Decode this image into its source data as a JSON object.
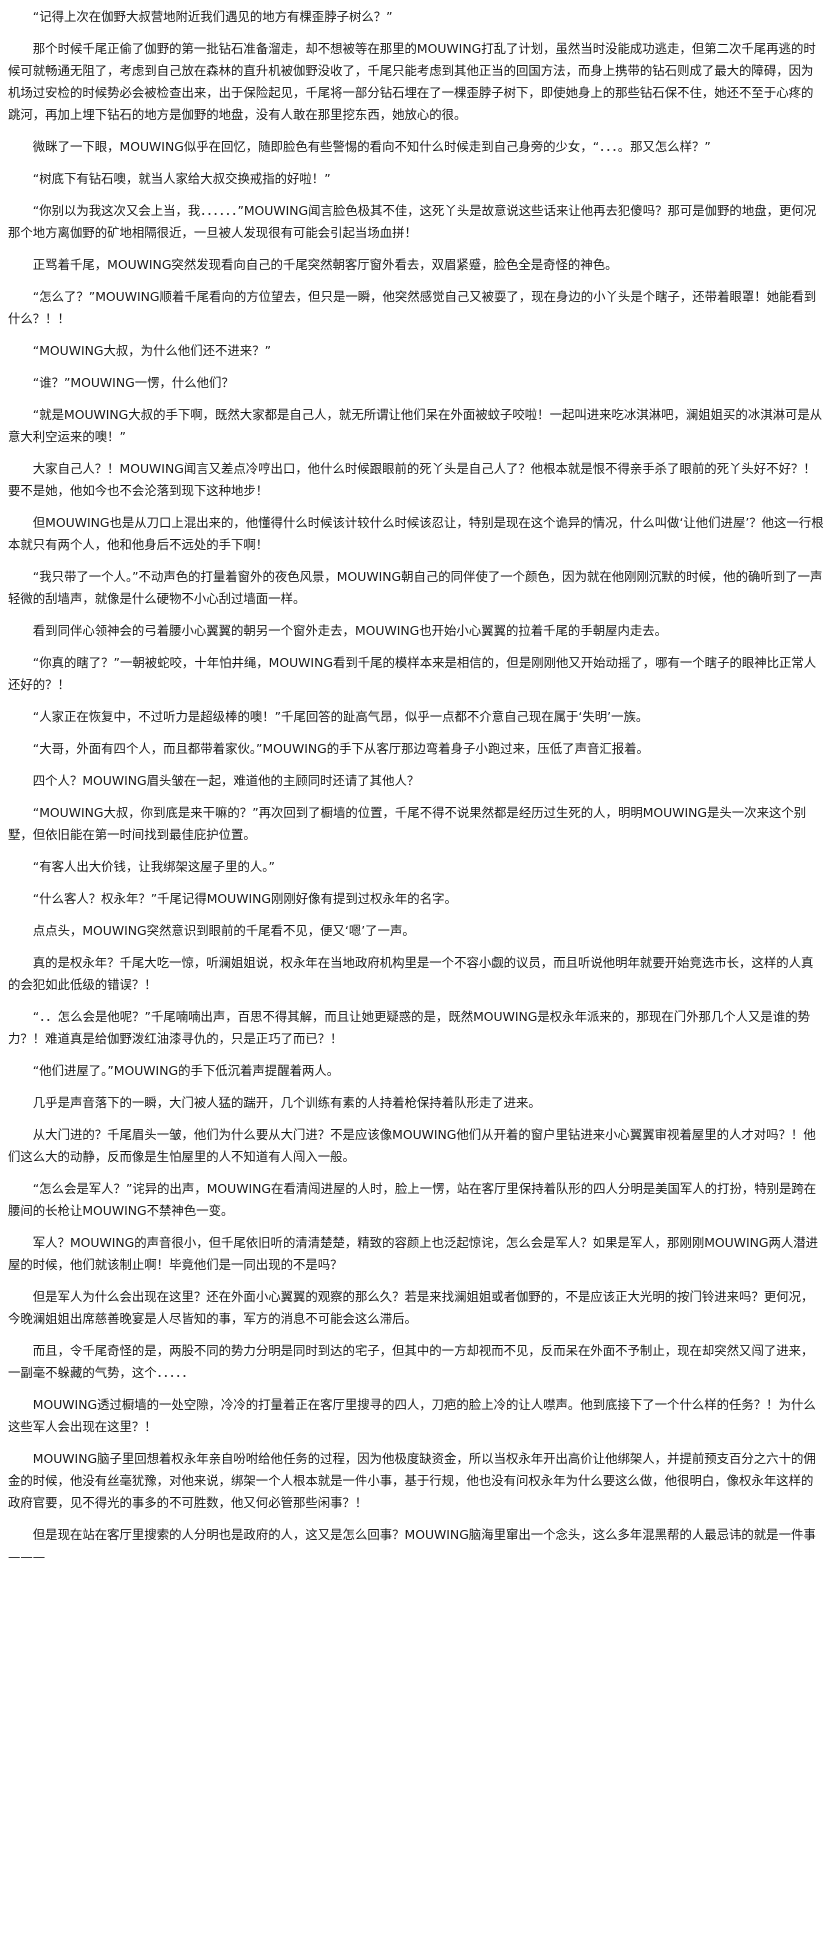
{
  "paragraphs": [
    "“记得上次在伽野大叔营地附近我们遇见的地方有棵歪脖子树么？”",
    "那个时候千尾正偷了伽野的第一批钻石准备溜走，却不想被等在那里的MOUWING打乱了计划，虽然当时没能成功逃走，但第二次千尾再逃的时候可就畅通无阻了，考虑到自己放在森林的直升机被伽野没收了，千尾只能考虑到其他正当的回国方法，而身上携带的钻石则成了最大的障碍，因为机场过安检的时候势必会被检查出来，出于保险起见，千尾将一部分钻石埋在了一棵歪脖子树下，即使她身上的那些钻石保不住，她还不至于心疼的跳河，再加上埋下钻石的地方是伽野的地盘，没有人敢在那里挖东西，她放心的很。",
    "微眯了一下眼，MOUWING似乎在回忆，随即脸色有些警惕的看向不知什么时候走到自己身旁的少女，“．．．。那又怎么样？”",
    "“树底下有钻石噢，就当人家给大叔交换戒指的好啦！”",
    "“你别以为我这次又会上当，我．．．．．．”MOUWING闻言脸色极其不佳，这死丫头是故意说这些话来让他再去犯傻吗？那可是伽野的地盘，更何况那个地方离伽野的矿地相隔很近，一旦被人发现很有可能会引起当场血拼！",
    "正骂着千尾，MOUWING突然发现看向自己的千尾突然朝客厅窗外看去，双眉紧蹙，脸色全是奇怪的神色。",
    "“怎么了？”MOUWING顺着千尾看向的方位望去，但只是一瞬，他突然感觉自己又被耍了，现在身边的小丫头是个瞎子，还带着眼罩！她能看到什么？！！",
    "“MOUWING大叔，为什么他们还不进来？”",
    "“谁？”MOUWING一愣，什么他们？",
    "“就是MOUWING大叔的手下啊，既然大家都是自己人，就无所谓让他们呆在外面被蚊子咬啦！一起叫进来吃冰淇淋吧，澜姐姐买的冰淇淋可是从意大利空运来的噢！”",
    "大家自己人？！MOUWING闻言又差点冷哼出口，他什么时候跟眼前的死丫头是自己人了？他根本就是恨不得亲手杀了眼前的死丫头好不好？！要不是她，他如今也不会沦落到现下这种地步！",
    "但MOUWING也是从刀口上混出来的，他懂得什么时候该计较什么时候该忍让，特别是现在这个诡异的情况，什么叫做‘让他们进屋’？他这一行根本就只有两个人，他和他身后不远处的手下啊！",
    "“我只带了一个人。”不动声色的打量着窗外的夜色风景，MOUWING朝自己的同伴使了一个颜色，因为就在他刚刚沉默的时候，他的确听到了一声轻微的刮墙声，就像是什么硬物不小心刮过墙面一样。",
    "看到同伴心领神会的弓着腰小心翼翼的朝另一个窗外走去，MOUWING也开始小心翼翼的拉着千尾的手朝屋内走去。",
    "“你真的瞎了？”一朝被蛇咬，十年怕井绳，MOUWING看到千尾的模样本来是相信的，但是刚刚他又开始动摇了，哪有一个瞎子的眼神比正常人还好的？！",
    "“人家正在恢复中，不过听力是超级棒的噢！”千尾回答的趾高气昂，似乎一点都不介意自己现在属于‘失明’一族。",
    "“大哥，外面有四个人，而且都带着家伙。”MOUWING的手下从客厅那边弯着身子小跑过来，压低了声音汇报着。",
    "四个人？MOUWING眉头皱在一起，难道他的主顾同时还请了其他人？",
    "“MOUWING大叔，你到底是来干嘛的？”再次回到了橱墙的位置，千尾不得不说果然都是经历过生死的人，明明MOUWING是头一次来这个别墅，但依旧能在第一时间找到最佳庇护位置。",
    "“有客人出大价钱，让我绑架这屋子里的人。”",
    "“什么客人？权永年？”千尾记得MOUWING刚刚好像有提到过权永年的名字。",
    "点点头，MOUWING突然意识到眼前的千尾看不见，便又‘嗯’了一声。",
    "真的是权永年？千尾大吃一惊，听澜姐姐说，权永年在当地政府机构里是一个不容小觑的议员，而且听说他明年就要开始竞选市长，这样的人真的会犯如此低级的错误？！",
    "“．．怎么会是他呢？”千尾喃喃出声，百思不得其解，而且让她更疑惑的是，既然MOUWING是权永年派来的，那现在门外那几个人又是谁的势力？！难道真是给伽野泼红油漆寻仇的，只是正巧了而已？！",
    "“他们进屋了。”MOUWING的手下低沉着声提醒着两人。",
    "几乎是声音落下的一瞬，大门被人猛的踹开，几个训练有素的人持着枪保持着队形走了进来。",
    "从大门进的？千尾眉头一皱，他们为什么要从大门进？不是应该像MOUWING他们从开着的窗户里钻进来小心翼翼审视着屋里的人才对吗？！他们这么大的动静，反而像是生怕屋里的人不知道有人闯入一般。",
    "“怎么会是军人？”诧异的出声，MOUWING在看清闯进屋的人时，脸上一愣，站在客厅里保持着队形的四人分明是美国军人的打扮，特别是跨在腰间的长枪让MOUWING不禁神色一变。",
    "军人？MOUWING的声音很小，但千尾依旧听的清清楚楚，精致的容颜上也泛起惊诧，怎么会是军人？如果是军人，那刚刚MOUWING两人潜进屋的时候，他们就该制止啊！毕竟他们是一同出现的不是吗？",
    "但是军人为什么会出现在这里？还在外面小心翼翼的观察的那么久？若是来找澜姐姐或者伽野的，不是应该正大光明的按门铃进来吗？更何况，今晚澜姐姐出席慈善晚宴是人尽皆知的事，军方的消息不可能会这么滞后。",
    "而且，令千尾奇怪的是，两股不同的势力分明是同时到达的宅子，但其中的一方却视而不见，反而呆在外面不予制止，现在却突然又闯了进来，一副毫不躲藏的气势，这个．．．．．",
    "MOUWING透过橱墙的一处空隙，冷冷的打量着正在客厅里搜寻的四人，刀疤的脸上冷的让人噤声。他到底接下了一个什么样的任务？！为什么这些军人会出现在这里？！",
    "MOUWING脑子里回想着权永年亲自吩咐给他任务的过程，因为他极度缺资金，所以当权永年开出高价让他绑架人，并提前预支百分之六十的佣金的时候，他没有丝毫犹豫，对他来说，绑架一个人根本就是一件小事，基于行规，他也没有问权永年为什么要这么做，他很明白，像权永年这样的政府官要，见不得光的事多的不可胜数，他又何必管那些闲事？！",
    "但是现在站在客厅里搜索的人分明也是政府的人，这又是怎么回事？MOUWING脑海里窜出一个念头，这么多年混黑帮的人最忌讳的就是一件事———"
  ]
}
